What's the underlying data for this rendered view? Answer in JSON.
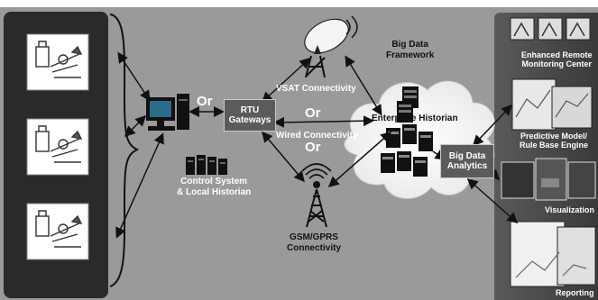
{
  "plant_sites": [
    "",
    "",
    ""
  ],
  "local": {
    "rtu": "RTU\nGateways",
    "or": "Or",
    "control_system": "Control System\n& Local Historian"
  },
  "connectivity": {
    "vsat": "VSAT Connectivity",
    "or_upper": "Or",
    "wired": "Wired Connectivity",
    "or_lower": "Or",
    "gsm": "GSM/GPRS\nConnectivity"
  },
  "cloud": {
    "framework": "Big Data\nFramework",
    "historian": "Enterprise Historian",
    "analytics": "Big Data\nAnalytics"
  },
  "outputs": {
    "monitoring": "Enhanced Remote\nMonitoring Center",
    "predictive": "Predictive Model/\nRule Base Engine",
    "visualization": "Visualization",
    "reporting": "Reporting"
  },
  "colors": {
    "background": "#9a9a9a",
    "left_panel": "#2a2a2a",
    "right_panel": "#4a4a4a",
    "cloud": "#ffffff",
    "box": "#5b5b5b"
  }
}
